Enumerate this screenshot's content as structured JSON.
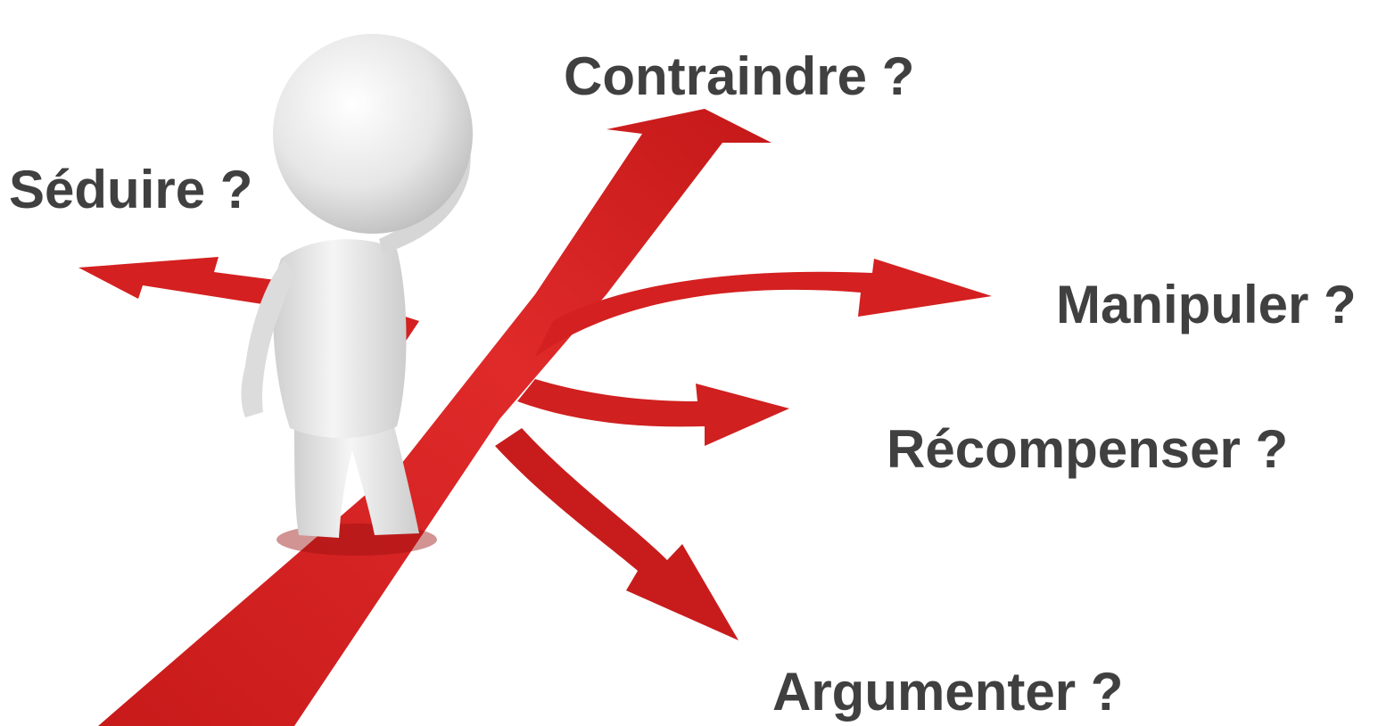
{
  "options": {
    "contraindre": "Contraindre ?",
    "seduire": "Séduire ?",
    "manipuler": "Manipuler ?",
    "recompenser": "Récompenser ?",
    "argumenter": "Argumenter ?"
  },
  "colors": {
    "text": "#404040",
    "arrow": "#d42020",
    "arrow_dark": "#a81616",
    "figure": "#e8e8e8"
  }
}
